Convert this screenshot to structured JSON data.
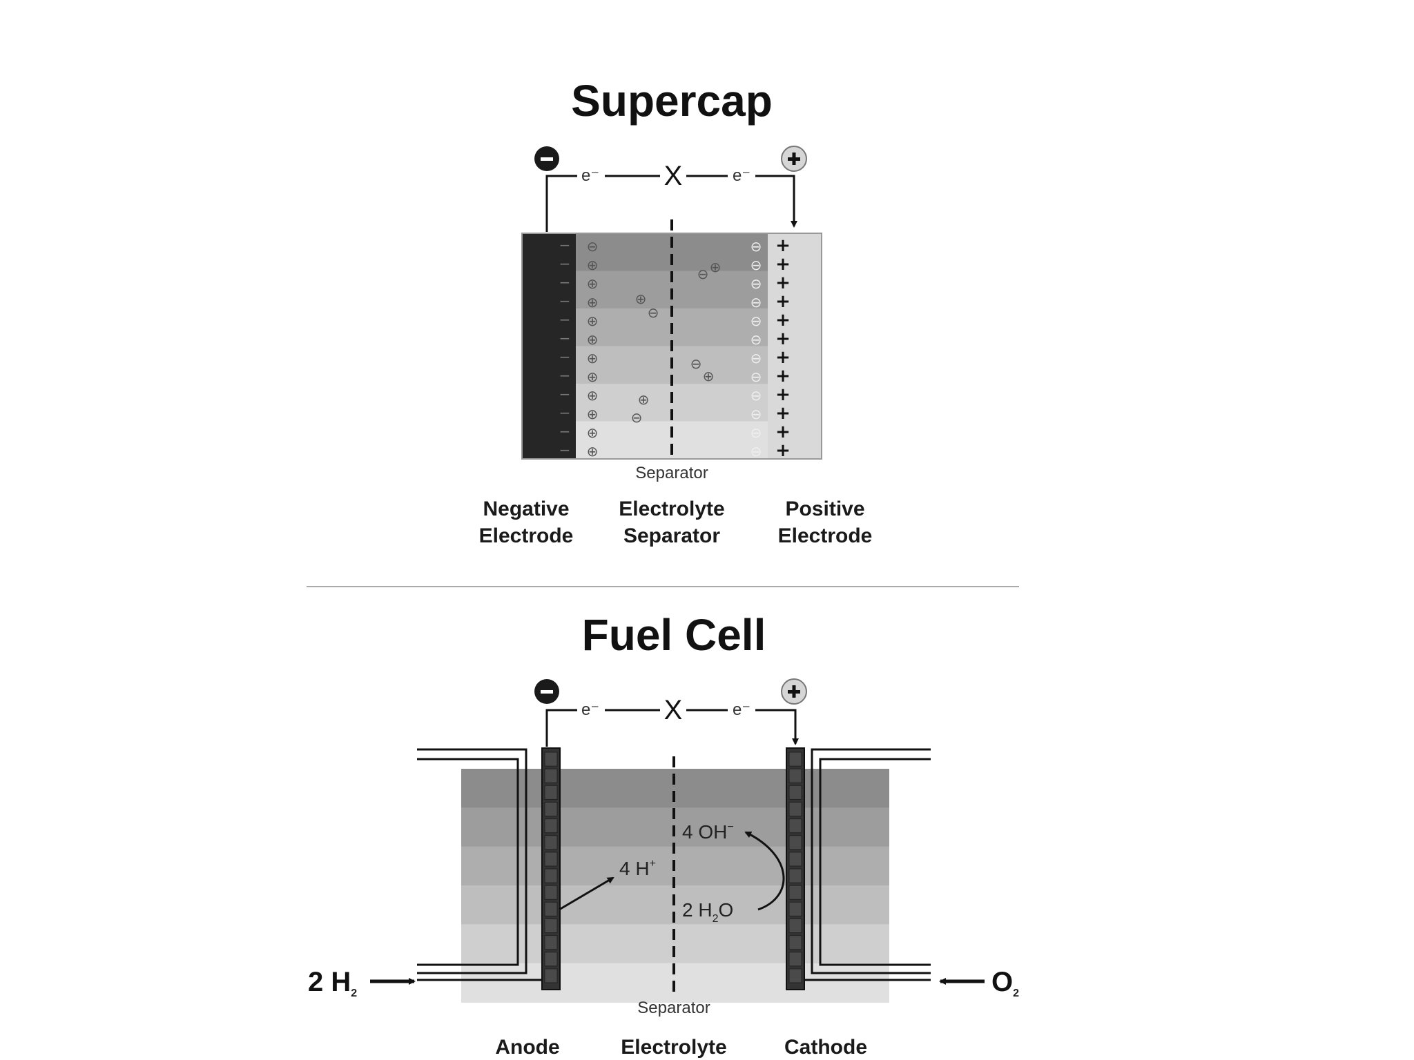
{
  "supercap": {
    "title": "Supercap",
    "electron_left": "e⁻",
    "electron_right": "e⁻",
    "switch": "X",
    "neg_terminal": "−",
    "pos_terminal": "+",
    "separator_label": "Separator",
    "labels": {
      "negative_1": "Negative",
      "negative_2": "Electrode",
      "electrolyte_1": "Electrolyte",
      "electrolyte_2": "Separator",
      "positive_1": "Positive",
      "positive_2": "Electrode"
    },
    "minus_char": "−",
    "plus_char": "+",
    "ion_plus": "⊕",
    "ion_minus": "⊖"
  },
  "fuelcell": {
    "title": "Fuel Cell",
    "electron_left": "e⁻",
    "electron_right": "e⁻",
    "switch": "X",
    "neg_terminal": "−",
    "pos_terminal": "+",
    "separator_label": "Separator",
    "h_ion": "4 H",
    "h_ion_sup": "+",
    "oh_ion": "4 OH",
    "oh_ion_sup": "−",
    "water_a": "2 H",
    "water_sub": "2",
    "water_b": "O",
    "h2_a": "2 H",
    "h2_sub": "2",
    "o2_a": "O",
    "o2_sub": "2",
    "labels": {
      "anode": "Anode",
      "electrolyte": "Electrolyte",
      "cathode": "Cathode"
    }
  },
  "colors": {
    "dark_electrode": "#262626",
    "light_electrode": "#d9d9d9",
    "band_dark": "#8c8c8c",
    "band_light": "#dedede"
  }
}
